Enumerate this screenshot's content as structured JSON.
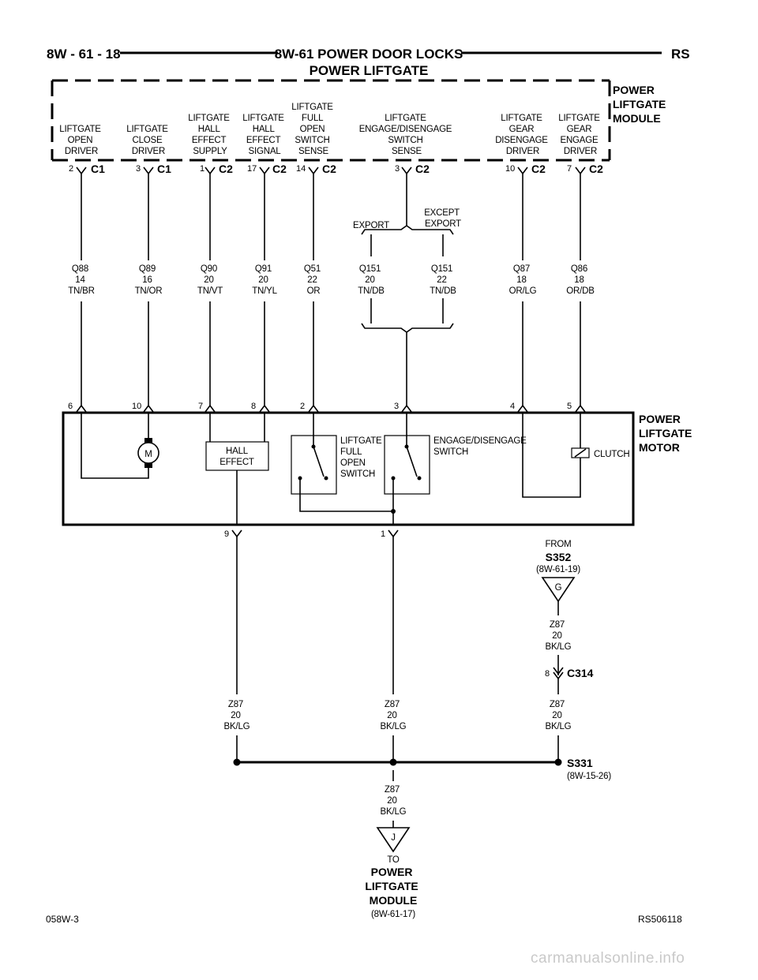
{
  "header": {
    "page_ref": "8W - 61 - 18",
    "title": "8W-61 POWER DOOR LOCKS",
    "subtitle": "POWER LIFTGATE",
    "section": "RS"
  },
  "module": {
    "label": [
      "POWER",
      "LIFTGATE",
      "MODULE"
    ],
    "circuits": [
      {
        "label": [
          "LIFTGATE",
          "OPEN",
          "DRIVER"
        ],
        "pin": "2",
        "conn": "C1",
        "wire": [
          "Q88",
          "14",
          "TN/BR"
        ],
        "motor_pin": "6"
      },
      {
        "label": [
          "LIFTGATE",
          "CLOSE",
          "DRIVER"
        ],
        "pin": "3",
        "conn": "C1",
        "wire": [
          "Q89",
          "16",
          "TN/OR"
        ],
        "motor_pin": "10"
      },
      {
        "label": [
          "LIFTGATE",
          "HALL",
          "EFFECT",
          "SUPPLY"
        ],
        "pin": "1",
        "conn": "C2",
        "wire": [
          "Q90",
          "20",
          "TN/VT"
        ],
        "motor_pin": "7"
      },
      {
        "label": [
          "LIFTGATE",
          "HALL",
          "EFFECT",
          "SIGNAL"
        ],
        "pin": "17",
        "conn": "C2",
        "wire": [
          "Q91",
          "20",
          "TN/YL"
        ],
        "motor_pin": "8"
      },
      {
        "label": [
          "LIFTGATE",
          "FULL",
          "OPEN",
          "SWITCH",
          "SENSE"
        ],
        "pin": "14",
        "conn": "C2",
        "wire": [
          "Q51",
          "22",
          "OR"
        ],
        "motor_pin": "2"
      },
      {
        "label": [
          "LIFTGATE",
          "ENGAGE/DISENGAGE",
          "SWITCH",
          "SENSE"
        ],
        "pin": "3",
        "conn": "C2",
        "motor_pin": "3"
      },
      {
        "label": [
          "LIFTGATE",
          "GEAR",
          "DISENGAGE",
          "DRIVER"
        ],
        "pin": "10",
        "conn": "C2",
        "wire": [
          "Q87",
          "18",
          "OR/LG"
        ],
        "motor_pin": "4"
      },
      {
        "label": [
          "LIFTGATE",
          "GEAR",
          "ENGAGE",
          "DRIVER"
        ],
        "pin": "7",
        "conn": "C2",
        "wire": [
          "Q86",
          "18",
          "OR/DB"
        ],
        "motor_pin": "5"
      }
    ]
  },
  "split": {
    "left_label": "EXPORT",
    "right_label": [
      "EXCEPT",
      "EXPORT"
    ],
    "left_wire": [
      "Q151",
      "20",
      "TN/DB"
    ],
    "right_wire": [
      "Q151",
      "22",
      "TN/DB"
    ]
  },
  "motor": {
    "label": [
      "POWER",
      "LIFTGATE",
      "MOTOR"
    ],
    "motor_symbol": "M",
    "hall_effect": [
      "HALL",
      "EFFECT"
    ],
    "full_open_switch": [
      "LIFTGATE",
      "FULL",
      "OPEN",
      "SWITCH"
    ],
    "engage_switch": [
      "ENGAGE/DISENGAGE",
      "SWITCH"
    ],
    "clutch": "CLUTCH",
    "bottom_pins": [
      "9",
      "1"
    ]
  },
  "ground": {
    "from_text": "FROM",
    "from_splice": "S352",
    "from_ref": "(8W-61-19)",
    "from_letter": "G",
    "wire_upper": [
      "Z87",
      "20",
      "BK/LG"
    ],
    "c314_pin": "8",
    "c314_label": "C314",
    "wire_left": [
      "Z87",
      "20",
      "BK/LG"
    ],
    "wire_mid": [
      "Z87",
      "20",
      "BK/LG"
    ],
    "wire_right": [
      "Z87",
      "20",
      "BK/LG"
    ],
    "splice": "S331",
    "splice_ref": "(8W-15-26)",
    "wire_down": [
      "Z87",
      "20",
      "BK/LG"
    ],
    "to_letter": "J",
    "to_text": "TO",
    "to_dest": [
      "POWER",
      "LIFTGATE",
      "MODULE"
    ],
    "to_ref": "(8W-61-17)"
  },
  "footer": {
    "left": "058W-3",
    "right": "RS506118"
  },
  "watermark": "carmanualsonline.info"
}
